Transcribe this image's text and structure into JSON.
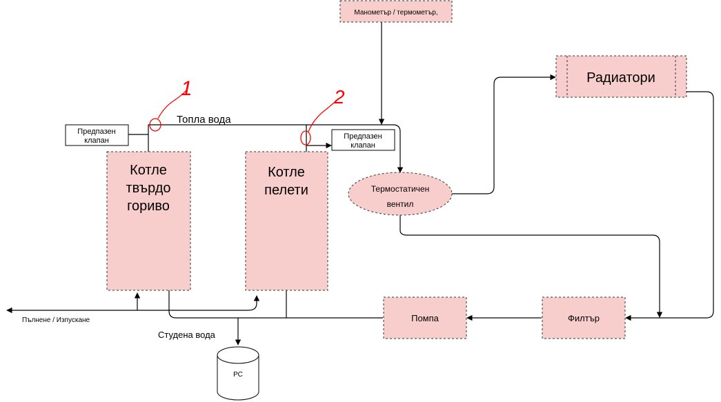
{
  "colors": {
    "fill": "#f8cecc",
    "stroke": "#333333",
    "line": "#000000",
    "annotation": "#ff0000"
  },
  "nodes": {
    "gauge": "Манометър / термометър,",
    "radiators": "Радиатори",
    "boiler_solid": [
      "Котле",
      "твърдо",
      "гориво"
    ],
    "boiler_pellet": [
      "Котле",
      "пелети"
    ],
    "relief_valve_1": [
      "Предпазен",
      "клапан"
    ],
    "relief_valve_2": [
      "Предпазен",
      "клапан"
    ],
    "thermostatic_valve": [
      "Термостатичен",
      "вентил"
    ],
    "pump": "Помпа",
    "filter": "Филтър",
    "tank": "РС"
  },
  "labels": {
    "hot_water": "Топла вода",
    "cold_water": "Студена вода",
    "fill_drain": "Пълнене / Изпускане"
  },
  "annotations": {
    "marker_1": "1",
    "marker_2": "2"
  }
}
